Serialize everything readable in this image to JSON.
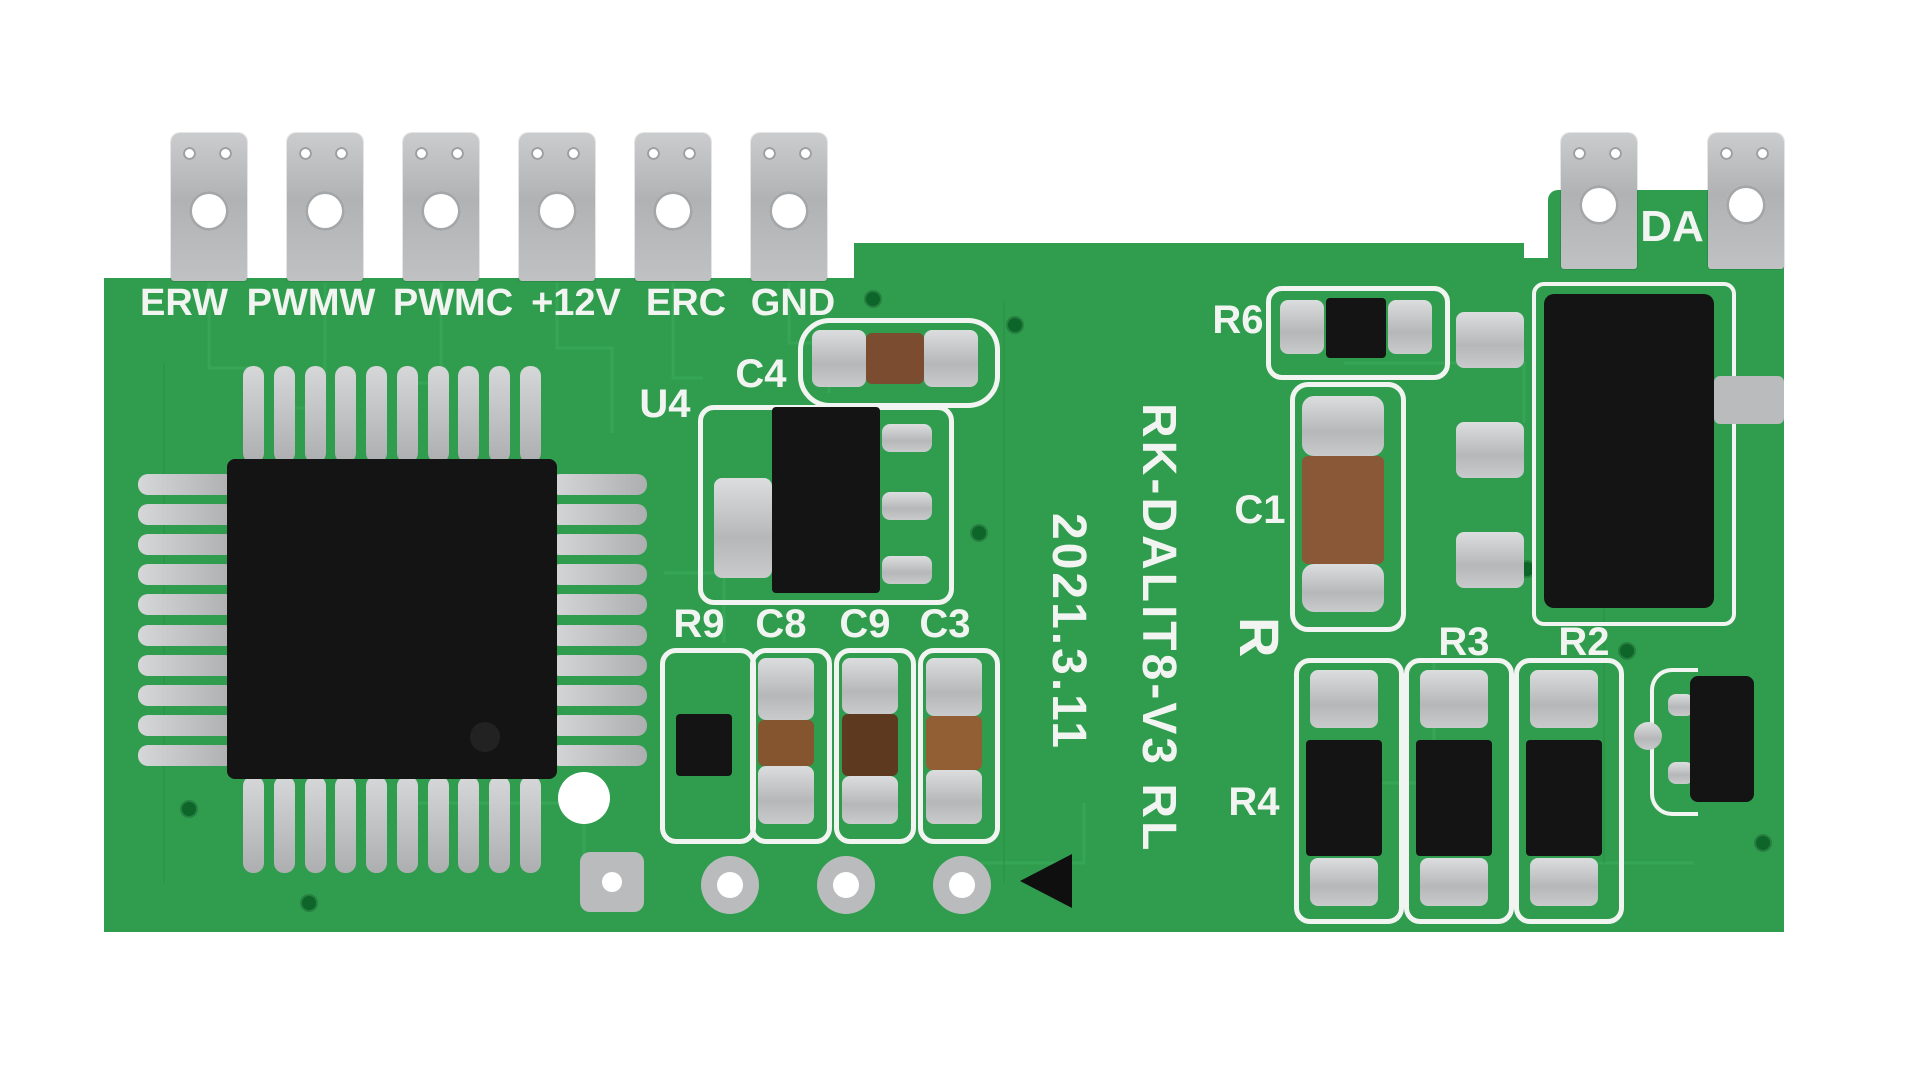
{
  "board": {
    "silkscreen": {
      "terminal_labels": [
        "ERW",
        "PWMW",
        "PWMC",
        "+12V",
        "ERC",
        "GND"
      ],
      "da_label": "DA",
      "u4": "U4",
      "c4": "C4",
      "r9": "R9",
      "c8": "C8",
      "c9": "C9",
      "c3": "C3",
      "r6": "R6",
      "c1": "C1",
      "r_label": "R",
      "r3": "R3",
      "r2": "R2",
      "r4": "R4",
      "model": "RK-DALIT8-V3 RL",
      "date": "2021.3.11"
    },
    "colors": {
      "pcb_green": "#2f9d4d",
      "silkscreen_white": "#f2f4f1",
      "pad_silver": "#bfc1c3",
      "chip_black": "#141414",
      "capacitor_brown": "#8a5a38"
    }
  }
}
